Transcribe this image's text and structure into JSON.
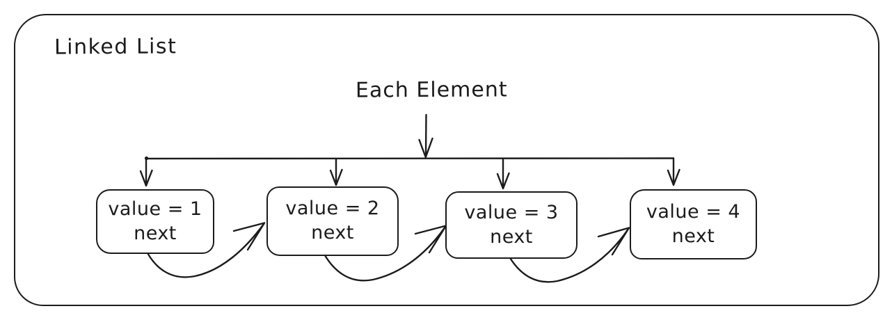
{
  "diagram": {
    "title": "Linked List",
    "annotation": "Each Element",
    "nodes": [
      {
        "value": "value = 1",
        "pointer": "next"
      },
      {
        "value": "value = 2",
        "pointer": "next"
      },
      {
        "value": "value = 3",
        "pointer": "next"
      },
      {
        "value": "value = 4",
        "pointer": "next"
      }
    ],
    "colors": {
      "ink": "#1b1b1b",
      "background": "#ffffff"
    }
  }
}
